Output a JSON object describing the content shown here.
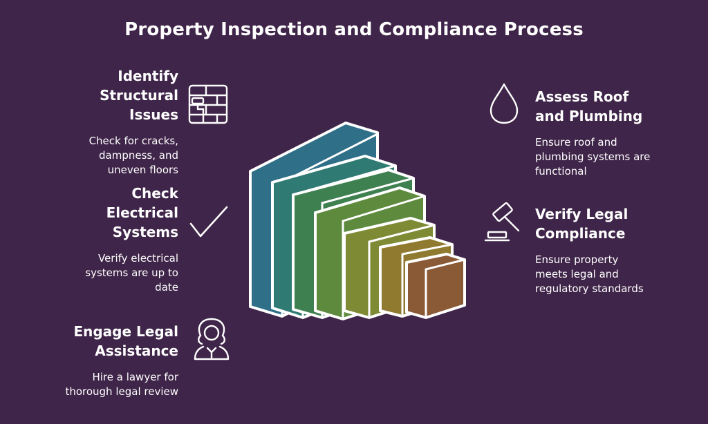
{
  "title": "Property Inspection and Compliance Process",
  "steps": [
    {
      "heading_lines": [
        "Identify",
        "Structural",
        "Issues"
      ],
      "desc_lines": [
        "Check for cracks,",
        "dampness, and",
        "uneven floors"
      ],
      "icon": "paint-roller-wall-icon"
    },
    {
      "heading_lines": [
        "Check",
        "Electrical",
        "Systems"
      ],
      "desc_lines": [
        "Verify electrical",
        "systems are up to",
        "date"
      ],
      "icon": "checkmark-icon"
    },
    {
      "heading_lines": [
        "Engage Legal",
        "Assistance"
      ],
      "desc_lines": [
        "Hire a lawyer for",
        "thorough legal review"
      ],
      "icon": "judge-icon"
    },
    {
      "heading_lines": [
        "Assess Roof",
        "and Plumbing"
      ],
      "desc_lines": [
        "Ensure roof and",
        "plumbing systems are",
        "functional"
      ],
      "icon": "water-drop-icon"
    },
    {
      "heading_lines": [
        "Verify Legal",
        "Compliance"
      ],
      "desc_lines": [
        "Ensure property",
        "meets legal and",
        "regulatory standards"
      ],
      "icon": "gavel-icon"
    }
  ],
  "colors": {
    "background": "#3f2549",
    "text": "#ffffff",
    "layers": [
      "#2f6f88",
      "#2f7a72",
      "#3f8050",
      "#5e8a3e",
      "#7e8a34",
      "#8f7a30",
      "#8a5a36"
    ]
  }
}
